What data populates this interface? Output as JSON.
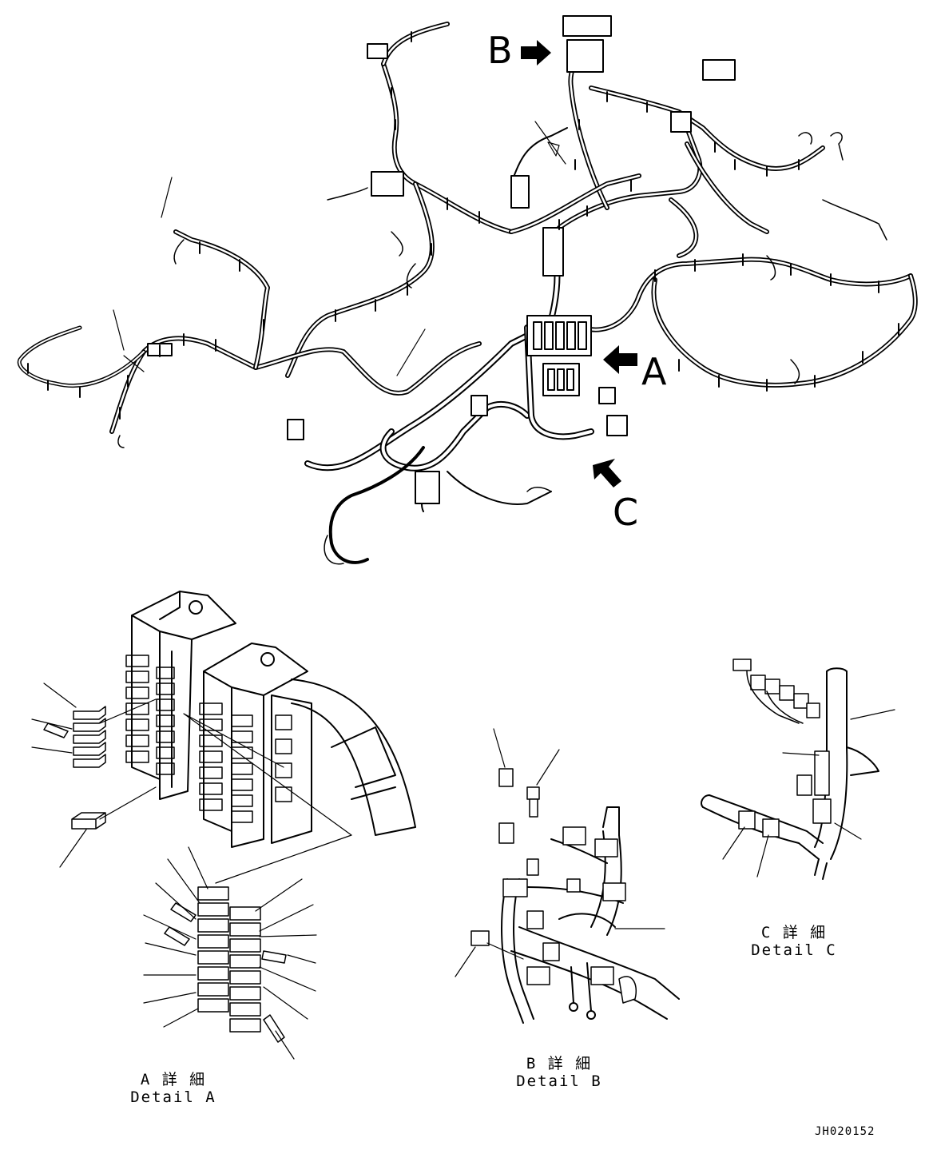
{
  "callouts": {
    "a": "A",
    "b": "B",
    "c": "C"
  },
  "details": {
    "a": {
      "jp": "A 詳 細",
      "en": "Detail A"
    },
    "b": {
      "jp": "B 詳 細",
      "en": "Detail B"
    },
    "c": {
      "jp": "C 詳 細",
      "en": "Detail C"
    }
  },
  "drawing_code": "JH020152",
  "colors": {
    "line": "#000000",
    "background": "#ffffff"
  },
  "icons": [
    "arrow-right-icon",
    "arrow-left-icon",
    "arrow-up-left-icon"
  ]
}
